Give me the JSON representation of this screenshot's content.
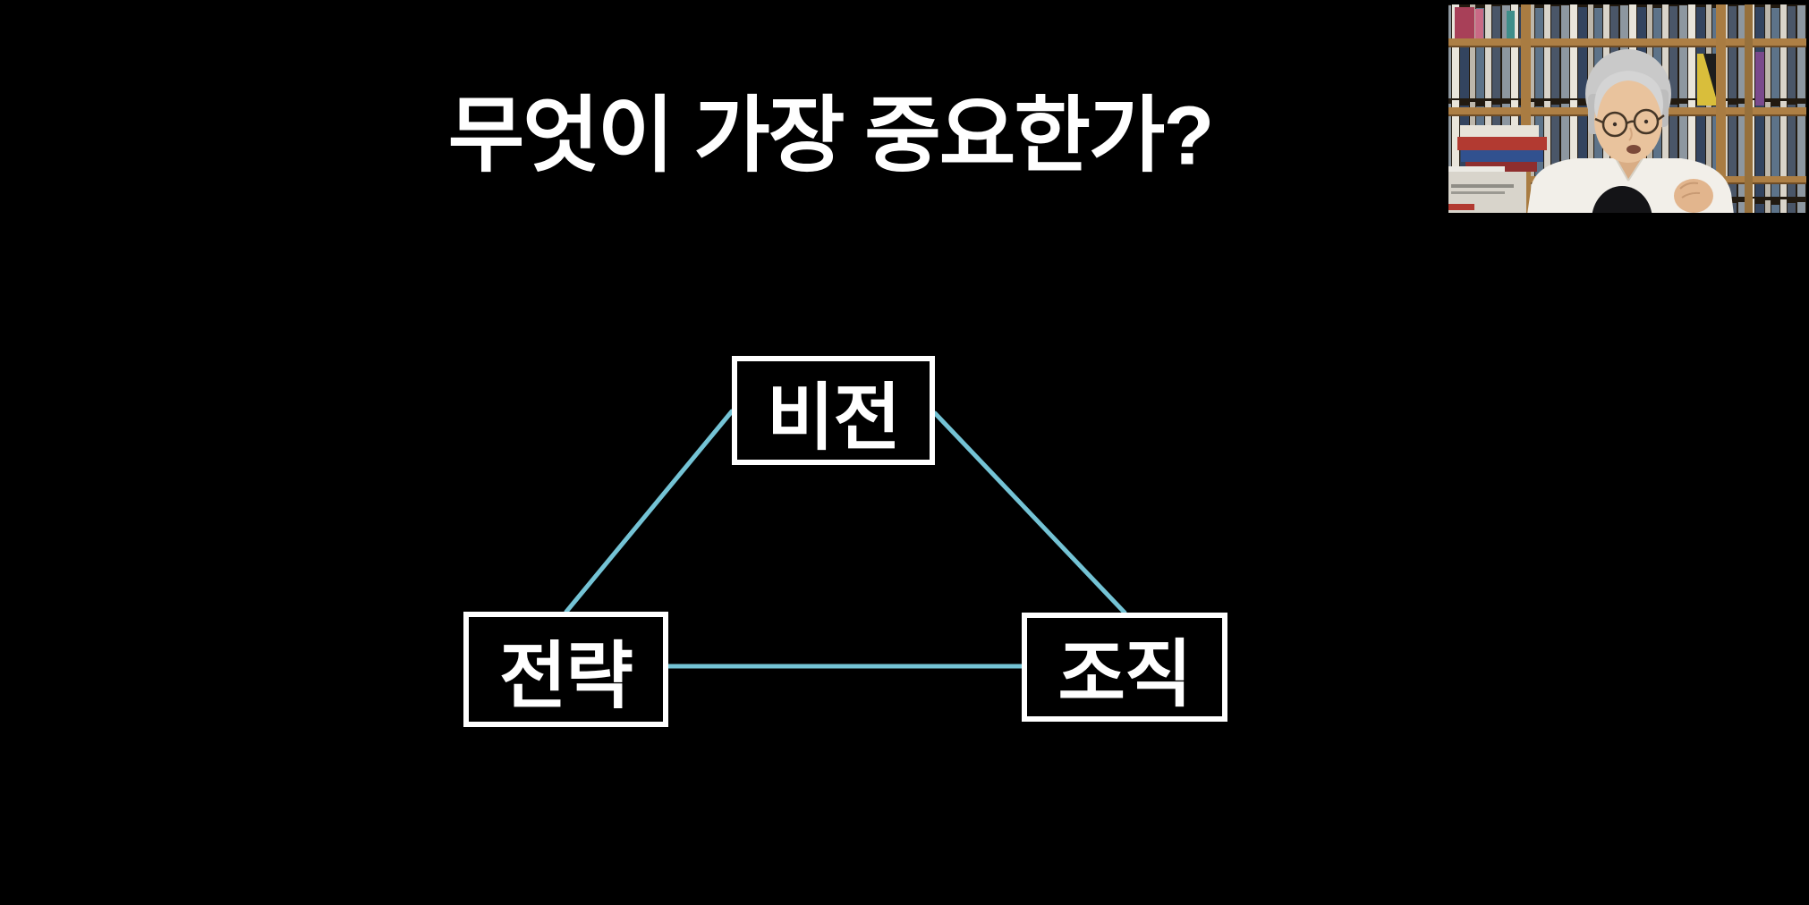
{
  "colors": {
    "background": "#000000",
    "title": "#ffffff",
    "box_border": "#ffffff",
    "box_label": "#ffffff",
    "line": "#74c3d5"
  },
  "title": {
    "text": "무엇이 가장 중요한가?"
  },
  "diagram": {
    "type": "triangle-concept-diagram",
    "nodes": [
      {
        "id": "vision",
        "label": "비전"
      },
      {
        "id": "strategy",
        "label": "전략"
      },
      {
        "id": "organization",
        "label": "조직"
      }
    ],
    "edges": [
      {
        "from": "vision",
        "to": "strategy"
      },
      {
        "from": "vision",
        "to": "organization"
      },
      {
        "from": "strategy",
        "to": "organization"
      }
    ]
  },
  "webcam": {
    "colors": {
      "shelf_wood": "#ad7f45",
      "shirt": "#f2efe9",
      "microphone": "#141417",
      "hair": "#c9c9c9",
      "skin": "#e9c39d"
    }
  }
}
